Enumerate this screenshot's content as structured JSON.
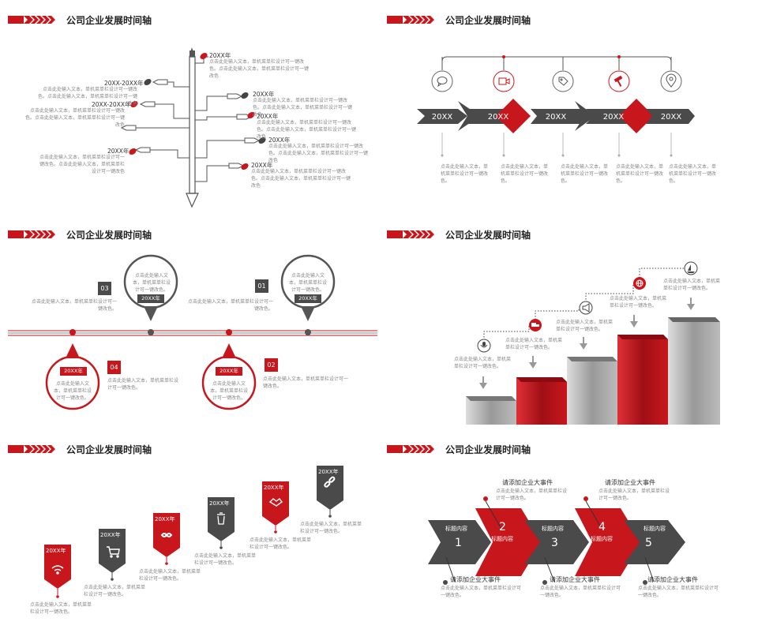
{
  "title": "公司企业发展时间轴",
  "colors": {
    "red": "#c8161d",
    "dark": "#4a4a4a",
    "grey": "#888888"
  },
  "desc_short": "点击此处输入文本，单机菜单栏设计可一键改色。",
  "s1": {
    "items": [
      {
        "date": "20XX年",
        "text": "点击此处输入文本，单机菜单栏设计可一键改色。点击此处输入文本，单机菜单栏设计可一键改色"
      },
      {
        "date": "20XX-20XX年",
        "text": "点击此处输入文本，单机菜单栏设计可一键改色。点击此处输入文本，单机菜单栏设计可一键改色"
      },
      {
        "date": "20XX年",
        "text": "点击此处输入文本，单机菜单栏设计可一键改色。点击此处输入文本，单机菜单栏设计可一键改色"
      },
      {
        "date": "20XX-20XX年",
        "text": "点击此处输入文本，单机菜单栏设计可一键改色。点击此处输入文本，单机菜单栏设计可一键改色"
      },
      {
        "date": "20XX年",
        "text": "点击此处输入文本，单机菜单栏设计可一键改色。点击此处输入文本，单机菜单栏设计可一键改色"
      },
      {
        "date": "20XX年",
        "text": "点击此处输入文本，单机菜单栏设计可一键改色。点击此处输入文本，单机菜单栏设计可一键改色"
      },
      {
        "date": "20XX年",
        "text": "点击此处输入文本，单机菜单栏设计可一键改色。点击此处输入文本，单机菜单栏设计可一键改色"
      },
      {
        "date": "20XX年",
        "text": "点击此处输入文本，单机菜单栏设计可一键改色。点击此处输入文本，单机菜单栏设计可一键改色"
      }
    ]
  },
  "s2": {
    "years": [
      "20XX",
      "20XX",
      "20XX",
      "20XX",
      "20XX"
    ],
    "icons": [
      "chat-icon",
      "video-icon",
      "tag-icon",
      "hammer-icon",
      "location-icon"
    ],
    "texts": [
      "点击此处输入文本，单机菜单栏设计可一键改色。",
      "点击此处输入文本，单机菜单栏设计可一键改色。",
      "点击此处输入文本，单机菜单栏设计可一键改色。",
      "点击此处输入文本，单机菜单栏设计可一键改色。",
      "点击此处输入文本，单机菜单栏设计可一键改色。"
    ]
  },
  "s3": {
    "nums": [
      "03",
      "01",
      "04",
      "02"
    ],
    "circle_text": "点击此处输入文本，单机菜单栏设计可一键改色。",
    "year": "20XX年",
    "side_text": "点击此处输入文本，单机菜单栏设计可一键改色。"
  },
  "s4": {
    "icons": [
      "microphone-icon",
      "truck-icon",
      "megaphone-icon",
      "globe-icon",
      "sailboat-icon"
    ],
    "text": "点击此处输入文本，单机菜单栏设计可一键改色。"
  },
  "s5": {
    "years": [
      "20XX年",
      "20XX年",
      "20XX年",
      "20XX年",
      "20XX年",
      "20XX年"
    ],
    "icons": [
      "wifi-icon",
      "cart-icon",
      "infinity-icon",
      "trash-icon",
      "handshake-icon",
      "link-icon"
    ],
    "text": "点击此处输入文本，单机菜单栏设计可一键改色。"
  },
  "s6": {
    "event": "请添加企业大事件",
    "content": "标题内容",
    "nums": [
      "1",
      "2",
      "3",
      "4",
      "5"
    ],
    "text": "点击此处输入文本，单机菜单栏设计可一键改色。"
  }
}
